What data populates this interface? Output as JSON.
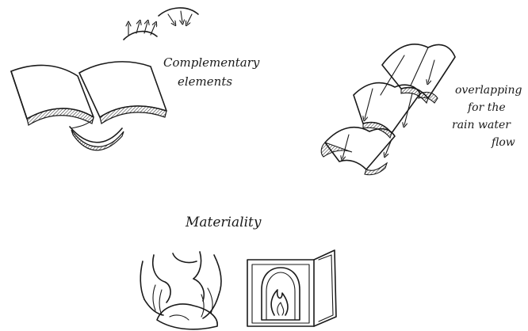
{
  "labels": {
    "complementary_line1": "Complementary",
    "complementary_line2": "elements",
    "overlap_line1": "overlapping",
    "overlap_line2": "for the",
    "overlap_line3": "rain water",
    "overlap_line4": "flow",
    "materiality": "Materiality"
  },
  "colors": {
    "ink": "#1a1a1a",
    "paper": "#ffffff"
  }
}
